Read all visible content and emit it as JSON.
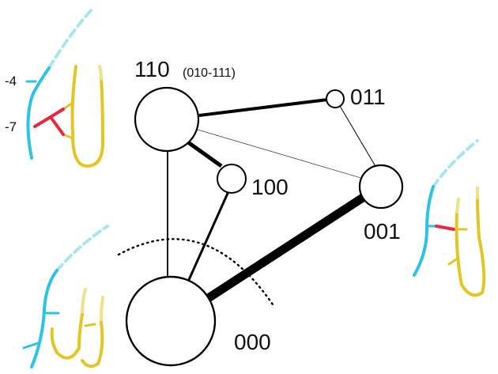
{
  "colors": {
    "cyan": "#2cc3e4",
    "cyan_light": "#a6e6f4",
    "yellow": "#e3c623",
    "yellow_light": "#f1e08a",
    "red": "#e8283c",
    "ink": "#000000"
  },
  "nodes": [
    {
      "id": "110",
      "label": "110",
      "sublabel": "(010-111)"
    },
    {
      "id": "011",
      "label": "011"
    },
    {
      "id": "100",
      "label": "100"
    },
    {
      "id": "001",
      "label": "001"
    },
    {
      "id": "000",
      "label": "000"
    }
  ],
  "edges": [
    {
      "from": "110",
      "to": "011",
      "weight": "medium"
    },
    {
      "from": "110",
      "to": "100",
      "weight": "medium"
    },
    {
      "from": "110",
      "to": "001",
      "weight": "hairline"
    },
    {
      "from": "110",
      "to": "000",
      "weight": "thin"
    },
    {
      "from": "011",
      "to": "001",
      "weight": "thin"
    },
    {
      "from": "100",
      "to": "000",
      "weight": "medium-thin"
    },
    {
      "from": "001",
      "to": "000",
      "weight": "heavy"
    }
  ],
  "strand_labels": {
    "minus4": "-4",
    "minus7": "-7"
  }
}
